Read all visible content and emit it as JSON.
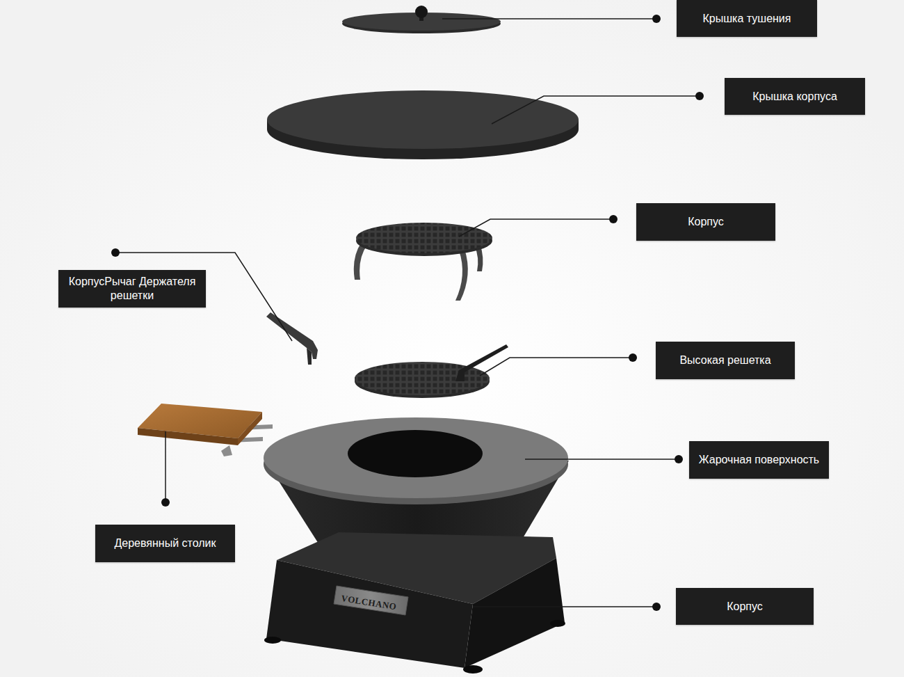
{
  "diagram": {
    "nodes": [
      {
        "text": [
          "Крышка тушения"
        ]
      },
      {
        "text": [
          "Крышка корпуса"
        ]
      },
      {
        "text": [
          "Корпус"
        ]
      },
      {
        "text": [
          "КорпусРычаг Держателя решетки"
        ]
      },
      {
        "text": [
          "Высокая решетка"
        ]
      },
      {
        "text": [
          "Жарочная поверхность"
        ]
      },
      {
        "text": [
          "Деревянный столик"
        ]
      },
      {
        "text": [
          "Корпус"
        ]
      }
    ],
    "labels": [
      "VOLCHANO"
    ]
  }
}
